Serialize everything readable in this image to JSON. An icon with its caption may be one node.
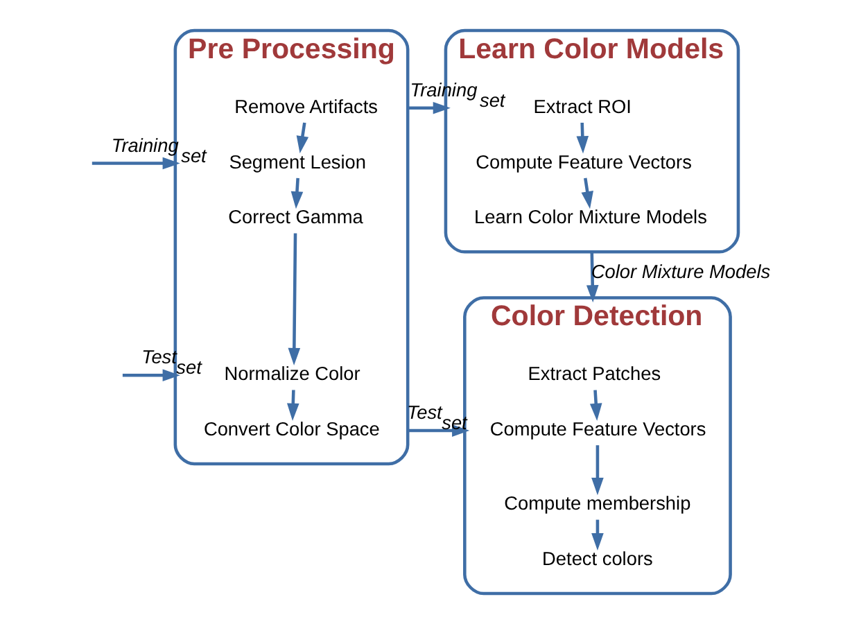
{
  "diagram": {
    "nodes": [
      {
        "text": [
          "Pre Processing"
        ]
      },
      {
        "text": [
          "Remove Artifacts"
        ],
        "in": 0
      },
      {
        "text": [
          "Segment Lesion"
        ],
        "in": 0
      },
      {
        "text": [
          "Correct Gamma"
        ],
        "in": 0
      },
      {
        "text": [
          "Normalize Color"
        ],
        "in": 0
      },
      {
        "text": [
          "Convert Color Space"
        ],
        "in": 0
      },
      {
        "text": [
          "Learn Color Models"
        ]
      },
      {
        "text": [
          "Extract ROI"
        ],
        "in": 6
      },
      {
        "text": [
          "Compute Feature Vectors"
        ],
        "in": 6
      },
      {
        "text": [
          "Learn Color Mixture Models"
        ],
        "in": 6
      },
      {
        "text": [
          "Color Detection"
        ]
      },
      {
        "text": [
          "Extract Patches"
        ],
        "in": 10
      },
      {
        "text": [
          "Compute Feature Vectors"
        ],
        "in": 10
      },
      {
        "text": [
          "Compute membership"
        ],
        "in": 10
      },
      {
        "text": [
          "Detect colors"
        ],
        "in": 10
      }
    ],
    "edges": [
      {
        "from": null,
        "to": 0,
        "arrow": "to",
        "label": "Training$_{set}$"
      },
      {
        "from": null,
        "to": 0,
        "arrow": "to",
        "label": "Test$_{set}$"
      },
      {
        "from": 0,
        "to": 6,
        "arrow": "to",
        "label": "Training$_{set}$"
      },
      {
        "from": 0,
        "to": 10,
        "arrow": "to",
        "label": "Test$_{set}$"
      },
      {
        "from": 6,
        "to": 10,
        "arrow": "to",
        "label": "Color Mixture Models"
      },
      {
        "from": 1,
        "to": 2,
        "arrow": "to"
      },
      {
        "from": 2,
        "to": 3,
        "arrow": "to"
      },
      {
        "from": 3,
        "to": 4,
        "arrow": "to"
      },
      {
        "from": 4,
        "to": 5,
        "arrow": "to"
      },
      {
        "from": 7,
        "to": 8,
        "arrow": "to"
      },
      {
        "from": 8,
        "to": 9,
        "arrow": "to"
      },
      {
        "from": 11,
        "to": 12,
        "arrow": "to"
      },
      {
        "from": 12,
        "to": 13,
        "arrow": "to"
      },
      {
        "from": 13,
        "to": 14,
        "arrow": "to"
      }
    ]
  }
}
